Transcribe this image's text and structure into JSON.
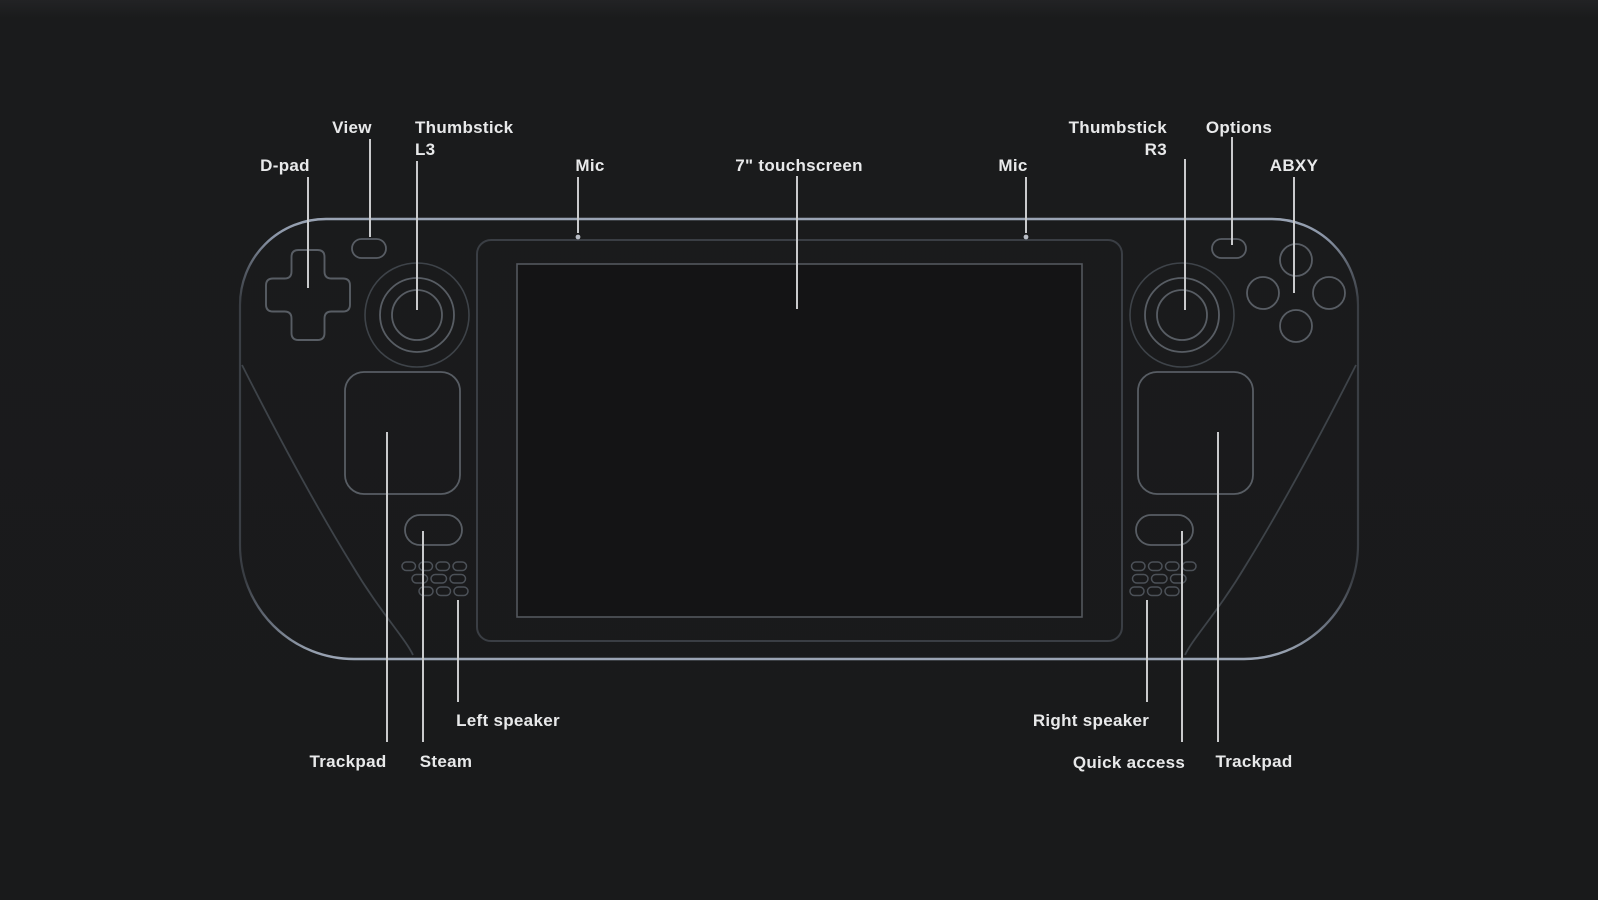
{
  "diagram_title": "Handheld gaming device front-view callout diagram",
  "labels": {
    "dpad": "D-pad",
    "view": "View",
    "thumbstick_left_line1": "Thumbstick",
    "thumbstick_left_line2": "L3",
    "mic_left": "Mic",
    "touchscreen": "7\" touchscreen",
    "mic_right": "Mic",
    "thumbstick_right_line1": "Thumbstick",
    "thumbstick_right_line2": "R3",
    "options": "Options",
    "abxy": "ABXY",
    "trackpad_left": "Trackpad",
    "steam": "Steam",
    "left_speaker": "Left speaker",
    "right_speaker": "Right speaker",
    "quick_access": "Quick access",
    "trackpad_right": "Trackpad"
  },
  "colors": {
    "background": "#191a1b",
    "device_fill": "#161718",
    "screen_fill": "#141415",
    "body_outline": "#3a3e44",
    "control_outline": "#585d64",
    "edge_highlight": "#8e99ab",
    "label_text": "#e8e9ea",
    "leader_line": "#c9cacc"
  }
}
